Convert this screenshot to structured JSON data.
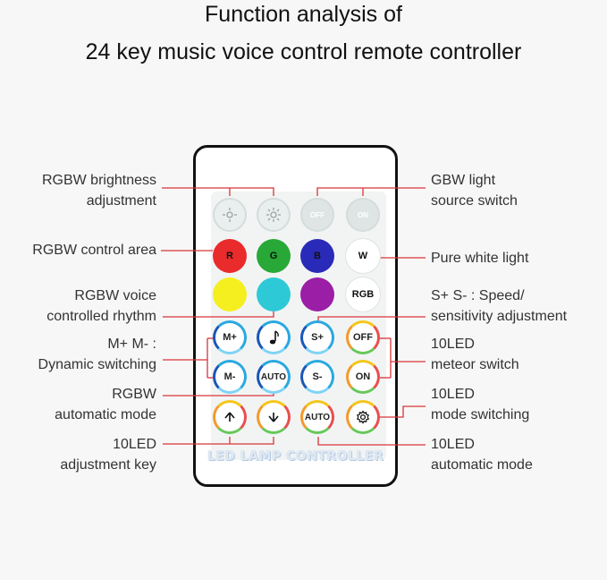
{
  "title_line1": "Function analysis of",
  "title_line2": "24 key music voice control remote controller",
  "brand_text": "LED LAMP CONTROLLER",
  "colors": {
    "red": "#ea2b2b",
    "green": "#27a837",
    "blue": "#2a2ab9",
    "yellow": "#f5ef20",
    "cyan": "#2ec9d6",
    "purple": "#9b1ea6",
    "line": "#d8343a"
  },
  "labels_left": [
    {
      "id": "rgbw-brightness",
      "lines": [
        "RGBW brightness",
        "adjustment"
      ]
    },
    {
      "id": "rgbw-control-area",
      "lines": [
        "RGBW control area"
      ]
    },
    {
      "id": "rgbw-voice",
      "lines": [
        "RGBW voice",
        "controlled rhythm"
      ]
    },
    {
      "id": "m-plus-minus",
      "lines": [
        "M+ M- :",
        "Dynamic switching"
      ]
    },
    {
      "id": "rgbw-auto",
      "lines": [
        "RGBW",
        "automatic mode"
      ]
    },
    {
      "id": "adjustment-key",
      "lines": [
        "10LED",
        "adjustment key"
      ]
    }
  ],
  "labels_right": [
    {
      "id": "gbw-light",
      "lines": [
        "GBW light",
        "source switch"
      ]
    },
    {
      "id": "pure-white",
      "lines": [
        "Pure white light"
      ]
    },
    {
      "id": "speed-sensitivity",
      "lines": [
        "S+ S- : Speed/",
        "sensitivity adjustment"
      ]
    },
    {
      "id": "meteor-switch",
      "lines": [
        "10LED",
        "meteor switch"
      ]
    },
    {
      "id": "mode-switching",
      "lines": [
        "10LED",
        "mode switching"
      ]
    },
    {
      "id": "auto-mode-10led",
      "lines": [
        "10LED",
        "automatic mode"
      ]
    }
  ],
  "buttons": {
    "r1": [
      "brightness-down",
      "brightness-up",
      "OFF",
      "ON"
    ],
    "r2": [
      "R",
      "G",
      "B",
      "W"
    ],
    "r3": [
      "",
      "",
      "",
      "RGB"
    ],
    "r4": [
      "M+",
      "music-note",
      "S+",
      "OFF"
    ],
    "r5": [
      "M-",
      "AUTO",
      "S-",
      "ON"
    ],
    "r6": [
      "arrow-up",
      "arrow-down",
      "AUTO",
      "settings"
    ]
  }
}
